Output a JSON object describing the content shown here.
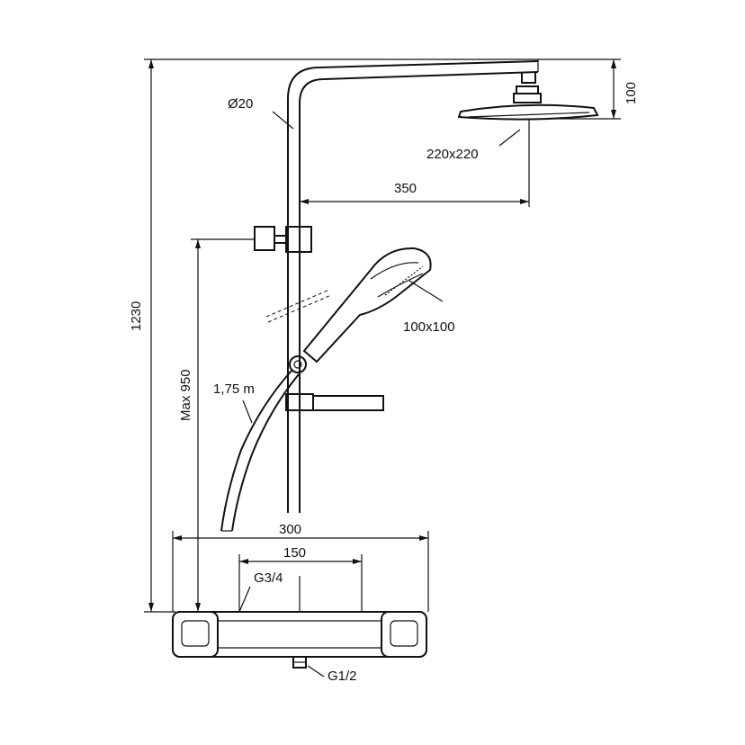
{
  "labels": {
    "pipe_diameter": "Ø20",
    "head_shower_height": "100",
    "head_shower_size": "220x220",
    "arm_reach": "350",
    "hand_shower_size": "100x100",
    "total_height": "1230",
    "max_slider_height": "Max 950",
    "hose_length": "1,75 m",
    "mixer_width": "300",
    "connection_spacing": "150",
    "inlet_thread": "G3/4",
    "outlet_thread": "G1/2"
  }
}
